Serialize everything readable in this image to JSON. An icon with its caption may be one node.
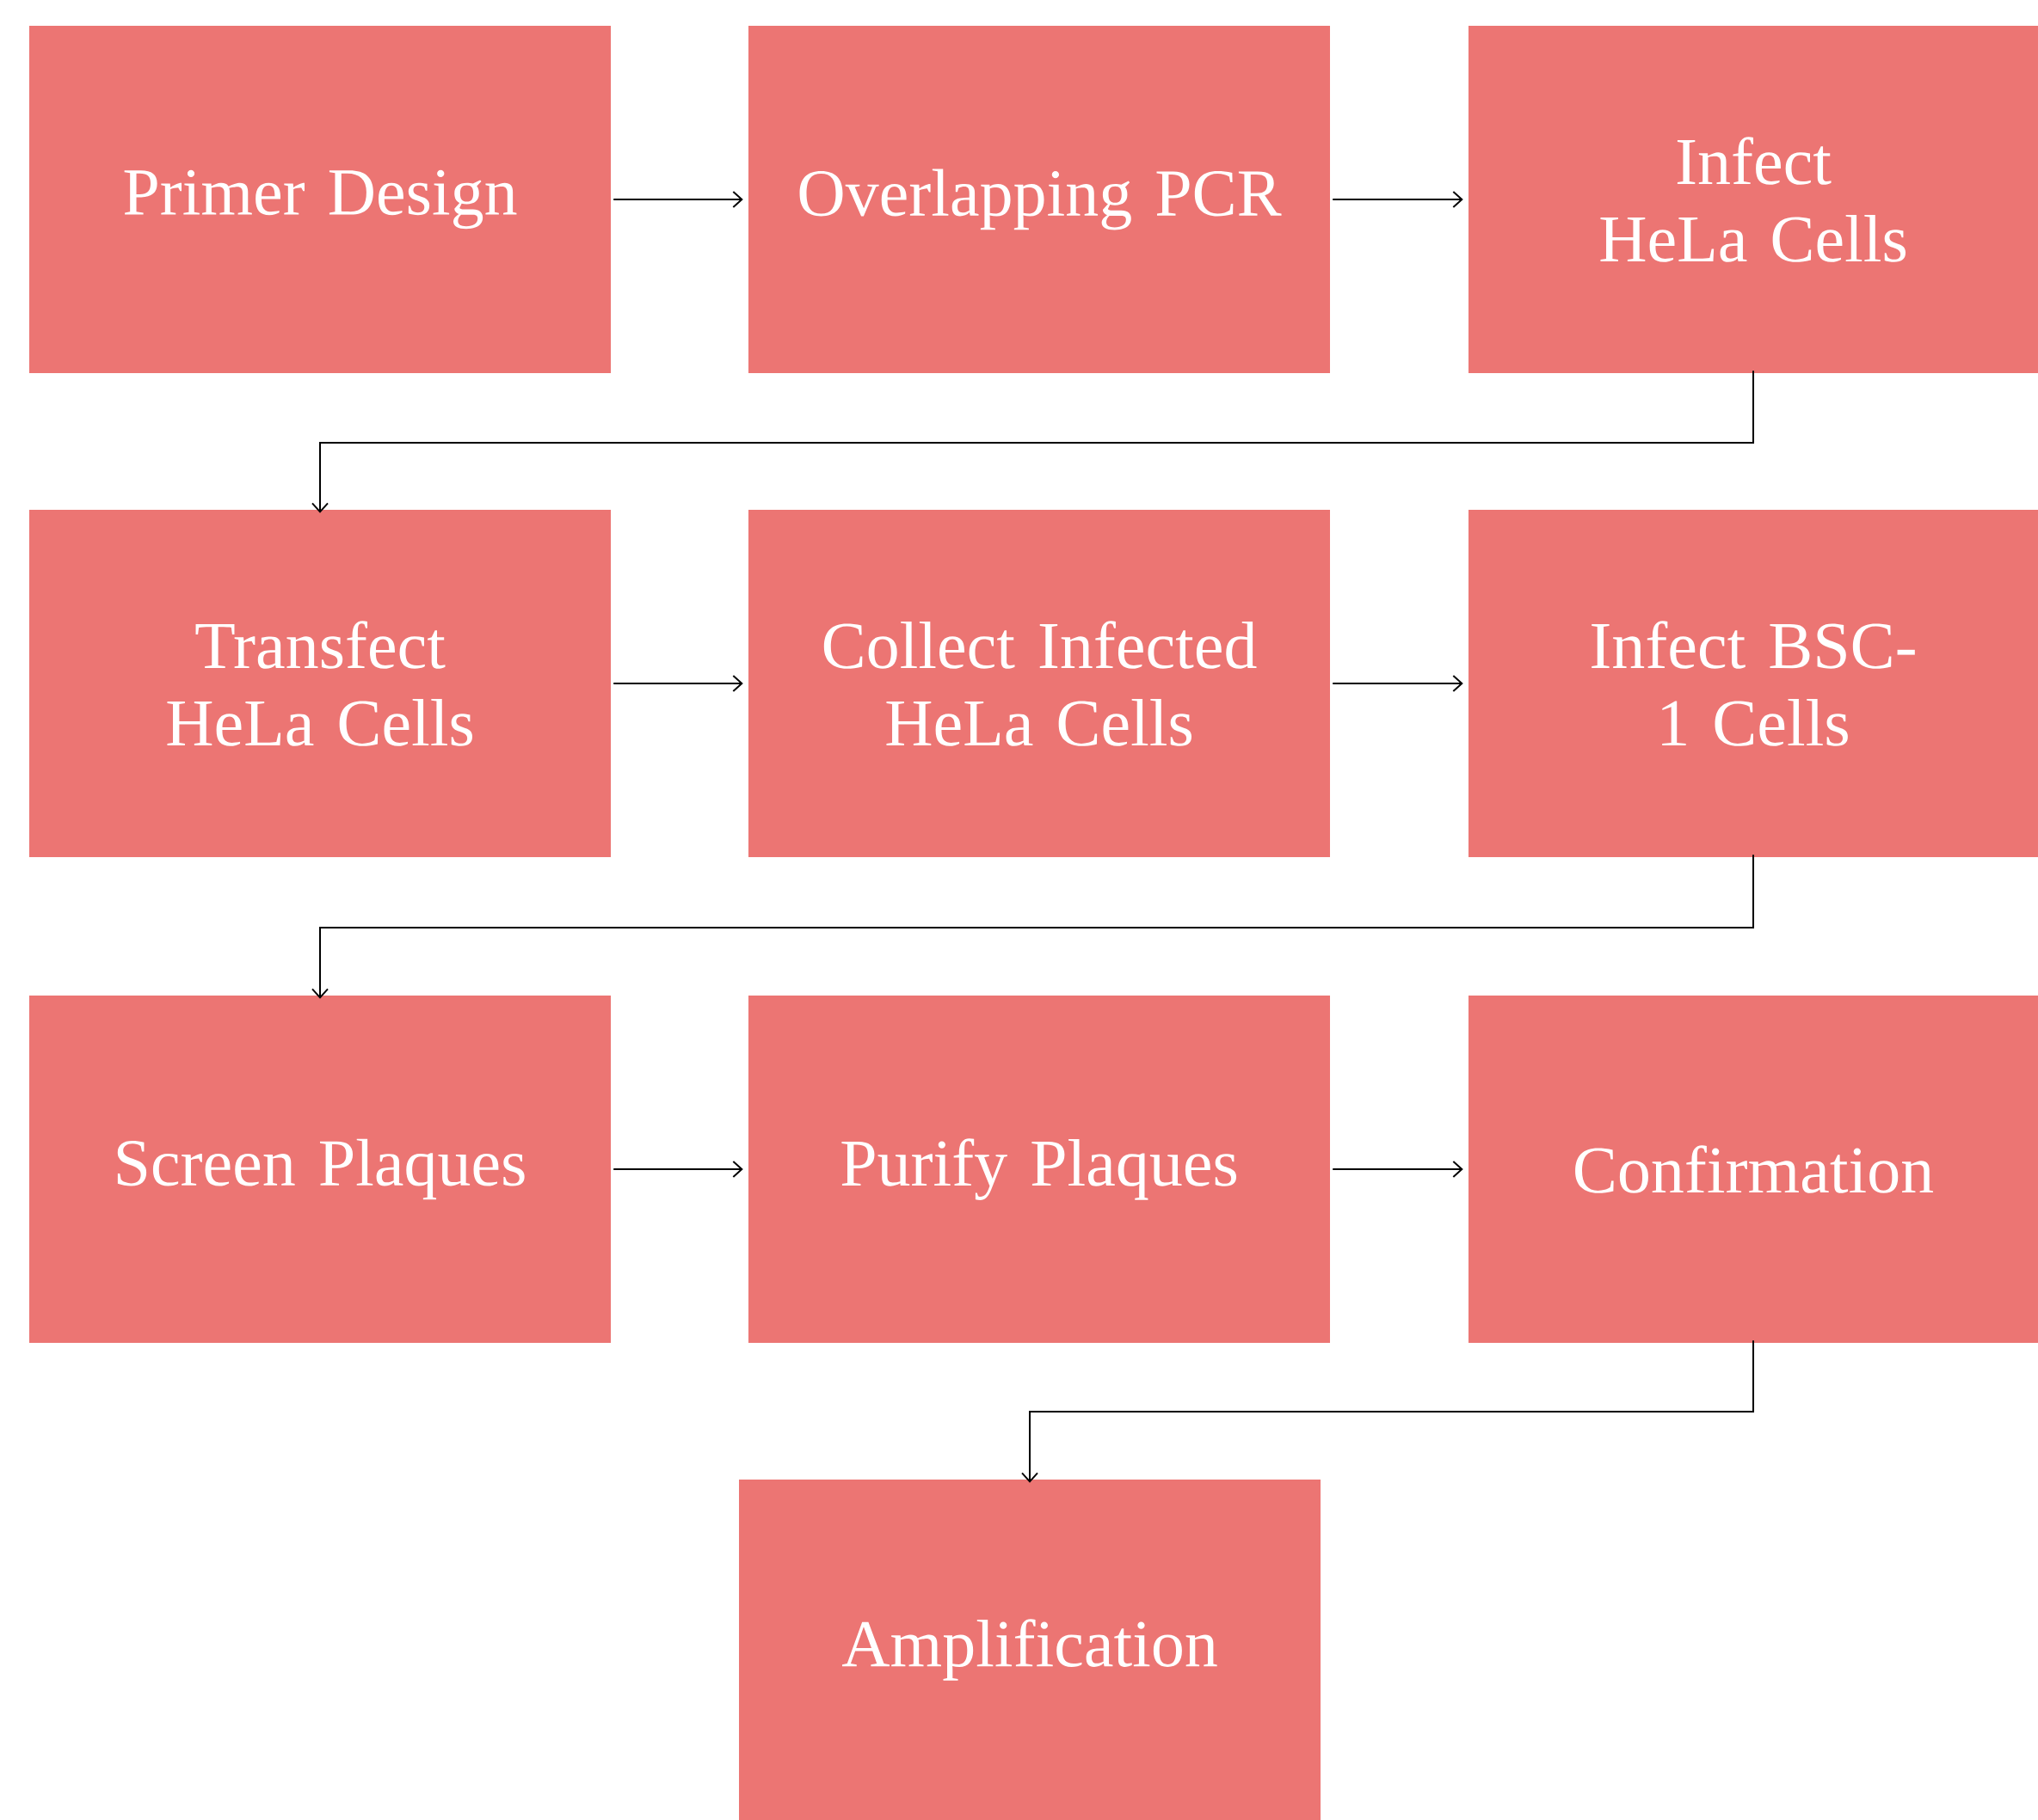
{
  "diagram": {
    "nodes": [
      {
        "text": [
          "Primer Design"
        ]
      },
      {
        "text": [
          "Overlapping PCR"
        ]
      },
      {
        "text": [
          "Infect HeLa Cells"
        ]
      },
      {
        "text": [
          "Transfect HeLa Cells"
        ]
      },
      {
        "text": [
          "Collect Infected HeLa Cells"
        ]
      },
      {
        "text": [
          "Infect BSC-1 Cells"
        ]
      },
      {
        "text": [
          "Screen Plaques"
        ]
      },
      {
        "text": [
          "Purify Plaques"
        ]
      },
      {
        "text": [
          "Confirmation"
        ]
      },
      {
        "text": [
          "Amplification"
        ]
      }
    ],
    "edges": [
      {
        "from": 0,
        "to": 1,
        "arrow": "to"
      },
      {
        "from": 1,
        "to": 2,
        "arrow": "to"
      },
      {
        "from": 2,
        "to": 3,
        "arrow": "to"
      },
      {
        "from": 3,
        "to": 4,
        "arrow": "to"
      },
      {
        "from": 4,
        "to": 5,
        "arrow": "to"
      },
      {
        "from": 5,
        "to": 6,
        "arrow": "to"
      },
      {
        "from": 6,
        "to": 7,
        "arrow": "to"
      },
      {
        "from": 7,
        "to": 8,
        "arrow": "to"
      },
      {
        "from": 8,
        "to": 9,
        "arrow": "to"
      }
    ]
  }
}
